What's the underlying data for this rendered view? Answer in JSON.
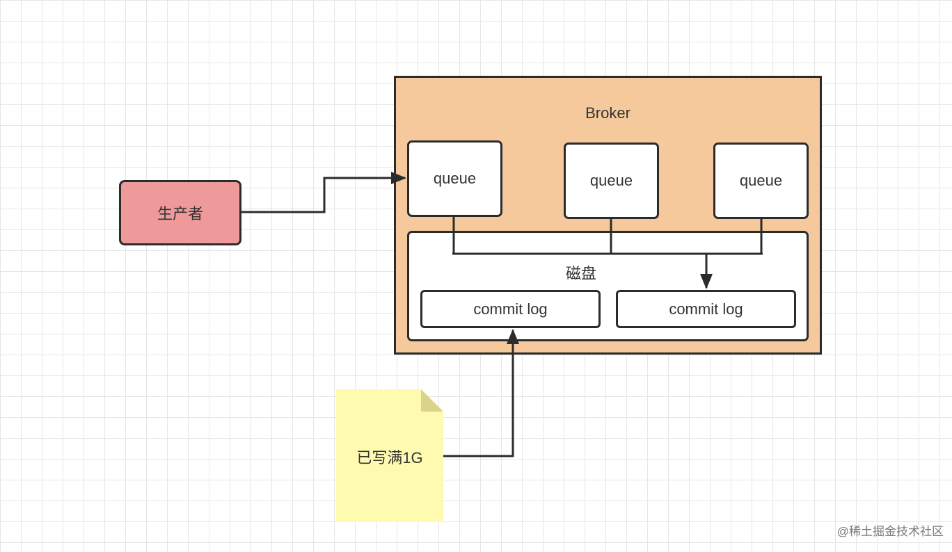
{
  "producer": {
    "label": "生产者"
  },
  "broker": {
    "title": "Broker"
  },
  "queues": [
    {
      "label": "queue"
    },
    {
      "label": "queue"
    },
    {
      "label": "queue"
    }
  ],
  "disk": {
    "title": "磁盘",
    "commit_logs": [
      {
        "label": "commit log"
      },
      {
        "label": "commit log"
      }
    ]
  },
  "note": {
    "text": "已写满1G"
  },
  "watermark": {
    "text": "@稀土掘金技术社区"
  },
  "colors": {
    "producer_fill": "#ef9a9a",
    "broker_fill": "#f6c99c",
    "note_fill": "#fefbb0",
    "stroke": "#2b2b2b"
  }
}
